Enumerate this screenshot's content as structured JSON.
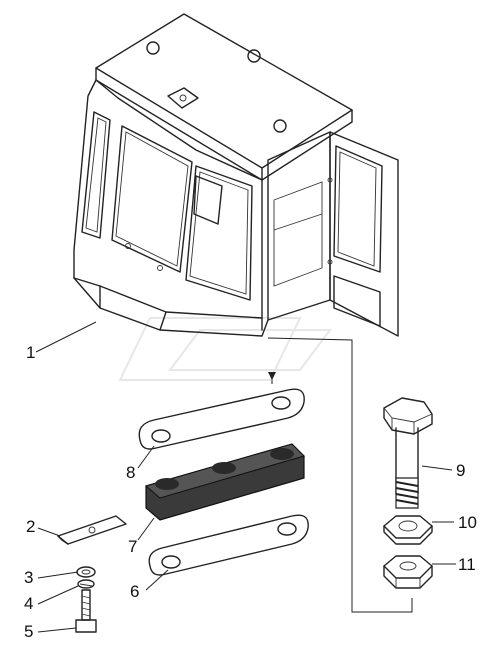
{
  "diagram": {
    "parts": [
      {
        "id": "cab",
        "callout": "1"
      },
      {
        "id": "bracket",
        "callout": "2"
      },
      {
        "id": "washer-small",
        "callout": "3"
      },
      {
        "id": "spring-washer",
        "callout": "4"
      },
      {
        "id": "screw",
        "callout": "5"
      },
      {
        "id": "plate-lower",
        "callout": "6"
      },
      {
        "id": "rubber-pad",
        "callout": "7"
      },
      {
        "id": "plate-upper",
        "callout": "8"
      },
      {
        "id": "bolt",
        "callout": "9"
      },
      {
        "id": "washer",
        "callout": "10"
      },
      {
        "id": "nut",
        "callout": "11"
      }
    ],
    "colors": {
      "line": "#222222",
      "pad": "#3a3a3a",
      "glass": "#f2f2f2",
      "watermark": "#d0d0d0"
    }
  }
}
